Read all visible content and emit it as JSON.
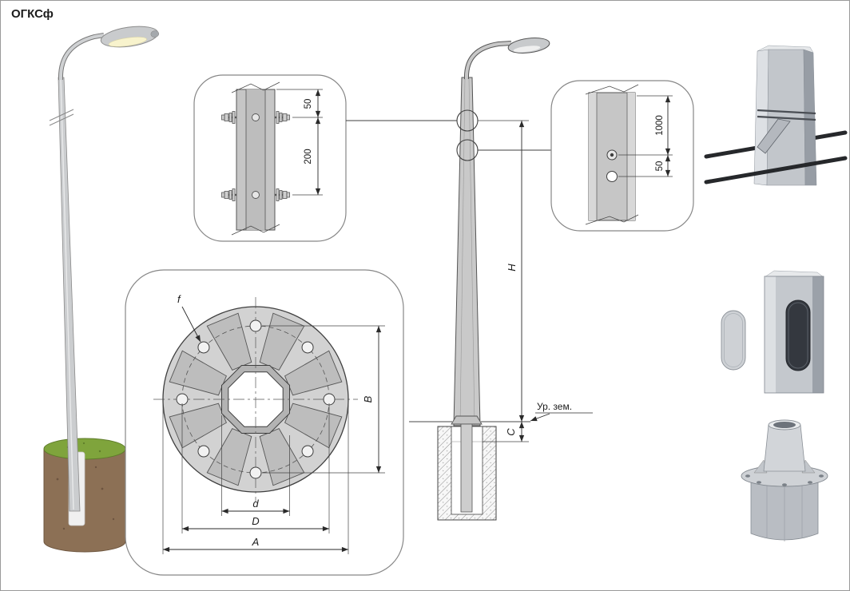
{
  "page": {
    "title": "ОГКСф"
  },
  "callout_clamp": {
    "dim_top": "50",
    "dim_between": "200"
  },
  "flange_plan": {
    "hole_label": "f",
    "dim_vertical": "B",
    "dim_inner": "d",
    "dim_bolt_circle": "D",
    "dim_outer": "A"
  },
  "elevation": {
    "dim_height": "H",
    "dim_embed": "C",
    "ground_level_label": "Ур. зем."
  },
  "callout_bracket": {
    "dim_top": "1000",
    "dim_bottom": "50"
  },
  "colors": {
    "line": "#444444",
    "metal_light": "#d8dadd",
    "metal_mid": "#c2c6cb",
    "metal_dark": "#9aa0a8",
    "soil": "#8c7055",
    "grass": "#7fa43c",
    "cable": "#26282b",
    "background": "#ffffff"
  }
}
